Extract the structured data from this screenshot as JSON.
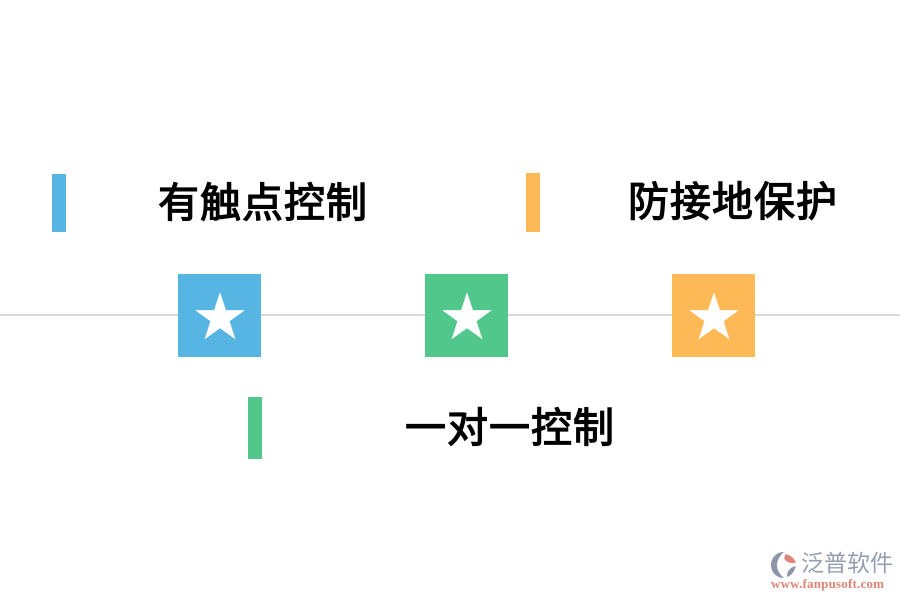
{
  "page": {
    "background": "#ffffff",
    "divider_color": "#D9D9D9"
  },
  "labels": {
    "top_left": {
      "text": "有触点控制",
      "bar_color": "#57B5E3"
    },
    "top_right": {
      "text": "防接地保护",
      "bar_color": "#FBB857"
    },
    "bottom": {
      "text": "一对一控制",
      "bar_color": "#52C78C"
    }
  },
  "timeline": {
    "nodes": [
      {
        "name": "star-node-blue",
        "color": "#57B5E3",
        "icon": "star-icon",
        "star_color": "#ffffff"
      },
      {
        "name": "star-node-green",
        "color": "#52C78C",
        "icon": "star-icon",
        "star_color": "#ffffff"
      },
      {
        "name": "star-node-orange",
        "color": "#FCB955",
        "icon": "star-icon",
        "star_color": "#ffffff"
      }
    ]
  },
  "watermark": {
    "brand": "泛普软件",
    "url": "www.fanpusoft.com",
    "brand_color": "#959FB0",
    "url_color": "#DD8474",
    "icon_primary_color": "#8C96A8",
    "icon_accent_color": "#E08579"
  }
}
